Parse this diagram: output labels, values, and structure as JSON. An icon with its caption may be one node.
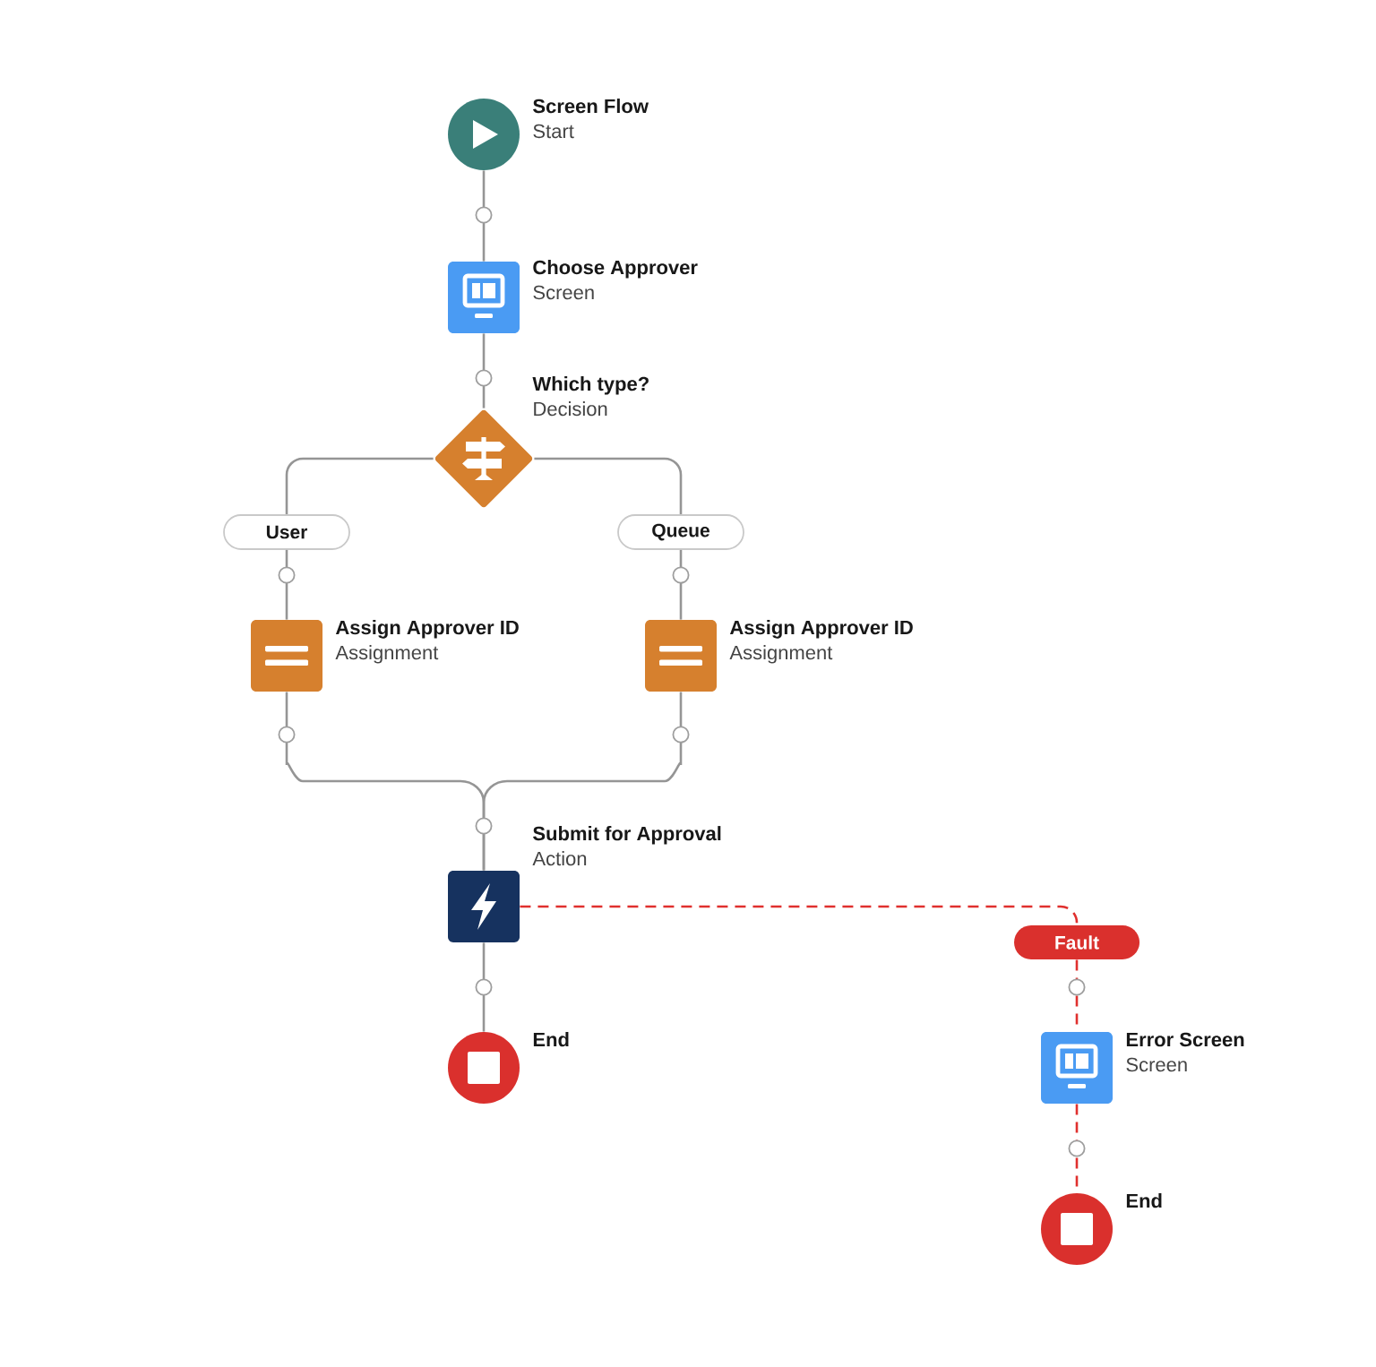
{
  "diagram": {
    "nodes": [
      {
        "text": [
          "Screen Flow",
          "Start"
        ]
      },
      {
        "text": [
          "Choose Approver",
          "Screen"
        ]
      },
      {
        "text": [
          "Which type?",
          "Decision"
        ]
      },
      {
        "text": [
          "User"
        ]
      },
      {
        "text": [
          "Queue"
        ]
      },
      {
        "text": [
          "Assign Approver ID",
          "Assignment"
        ]
      },
      {
        "text": [
          "Assign Approver ID",
          "Assignment"
        ]
      },
      {
        "text": [
          "Submit for Approval",
          "Action"
        ]
      },
      {
        "text": [
          "Fault"
        ]
      },
      {
        "text": [
          "End"
        ]
      },
      {
        "text": [
          "Error Screen",
          "Screen"
        ]
      },
      {
        "text": [
          "End"
        ]
      }
    ],
    "edges": [
      {
        "from": 0,
        "to": 1,
        "arrow": "none"
      },
      {
        "from": 1,
        "to": 2,
        "arrow": "none"
      },
      {
        "from": 2,
        "to": 3,
        "arrow": "none"
      },
      {
        "from": 2,
        "to": 4,
        "arrow": "none"
      },
      {
        "from": 3,
        "to": 5,
        "arrow": "none"
      },
      {
        "from": 4,
        "to": 6,
        "arrow": "none"
      },
      {
        "from": 5,
        "to": 7,
        "arrow": "none"
      },
      {
        "from": 6,
        "to": 7,
        "arrow": "none"
      },
      {
        "from": 7,
        "to": 8,
        "arrow": "none",
        "style": "dashed",
        "color": "#e0302e"
      },
      {
        "from": 7,
        "to": 9,
        "arrow": "none"
      },
      {
        "from": 8,
        "to": 10,
        "arrow": "none",
        "style": "dashed",
        "color": "#e0302e"
      },
      {
        "from": 10,
        "to": 11,
        "arrow": "none",
        "style": "dashed",
        "color": "#e0302e"
      }
    ]
  }
}
